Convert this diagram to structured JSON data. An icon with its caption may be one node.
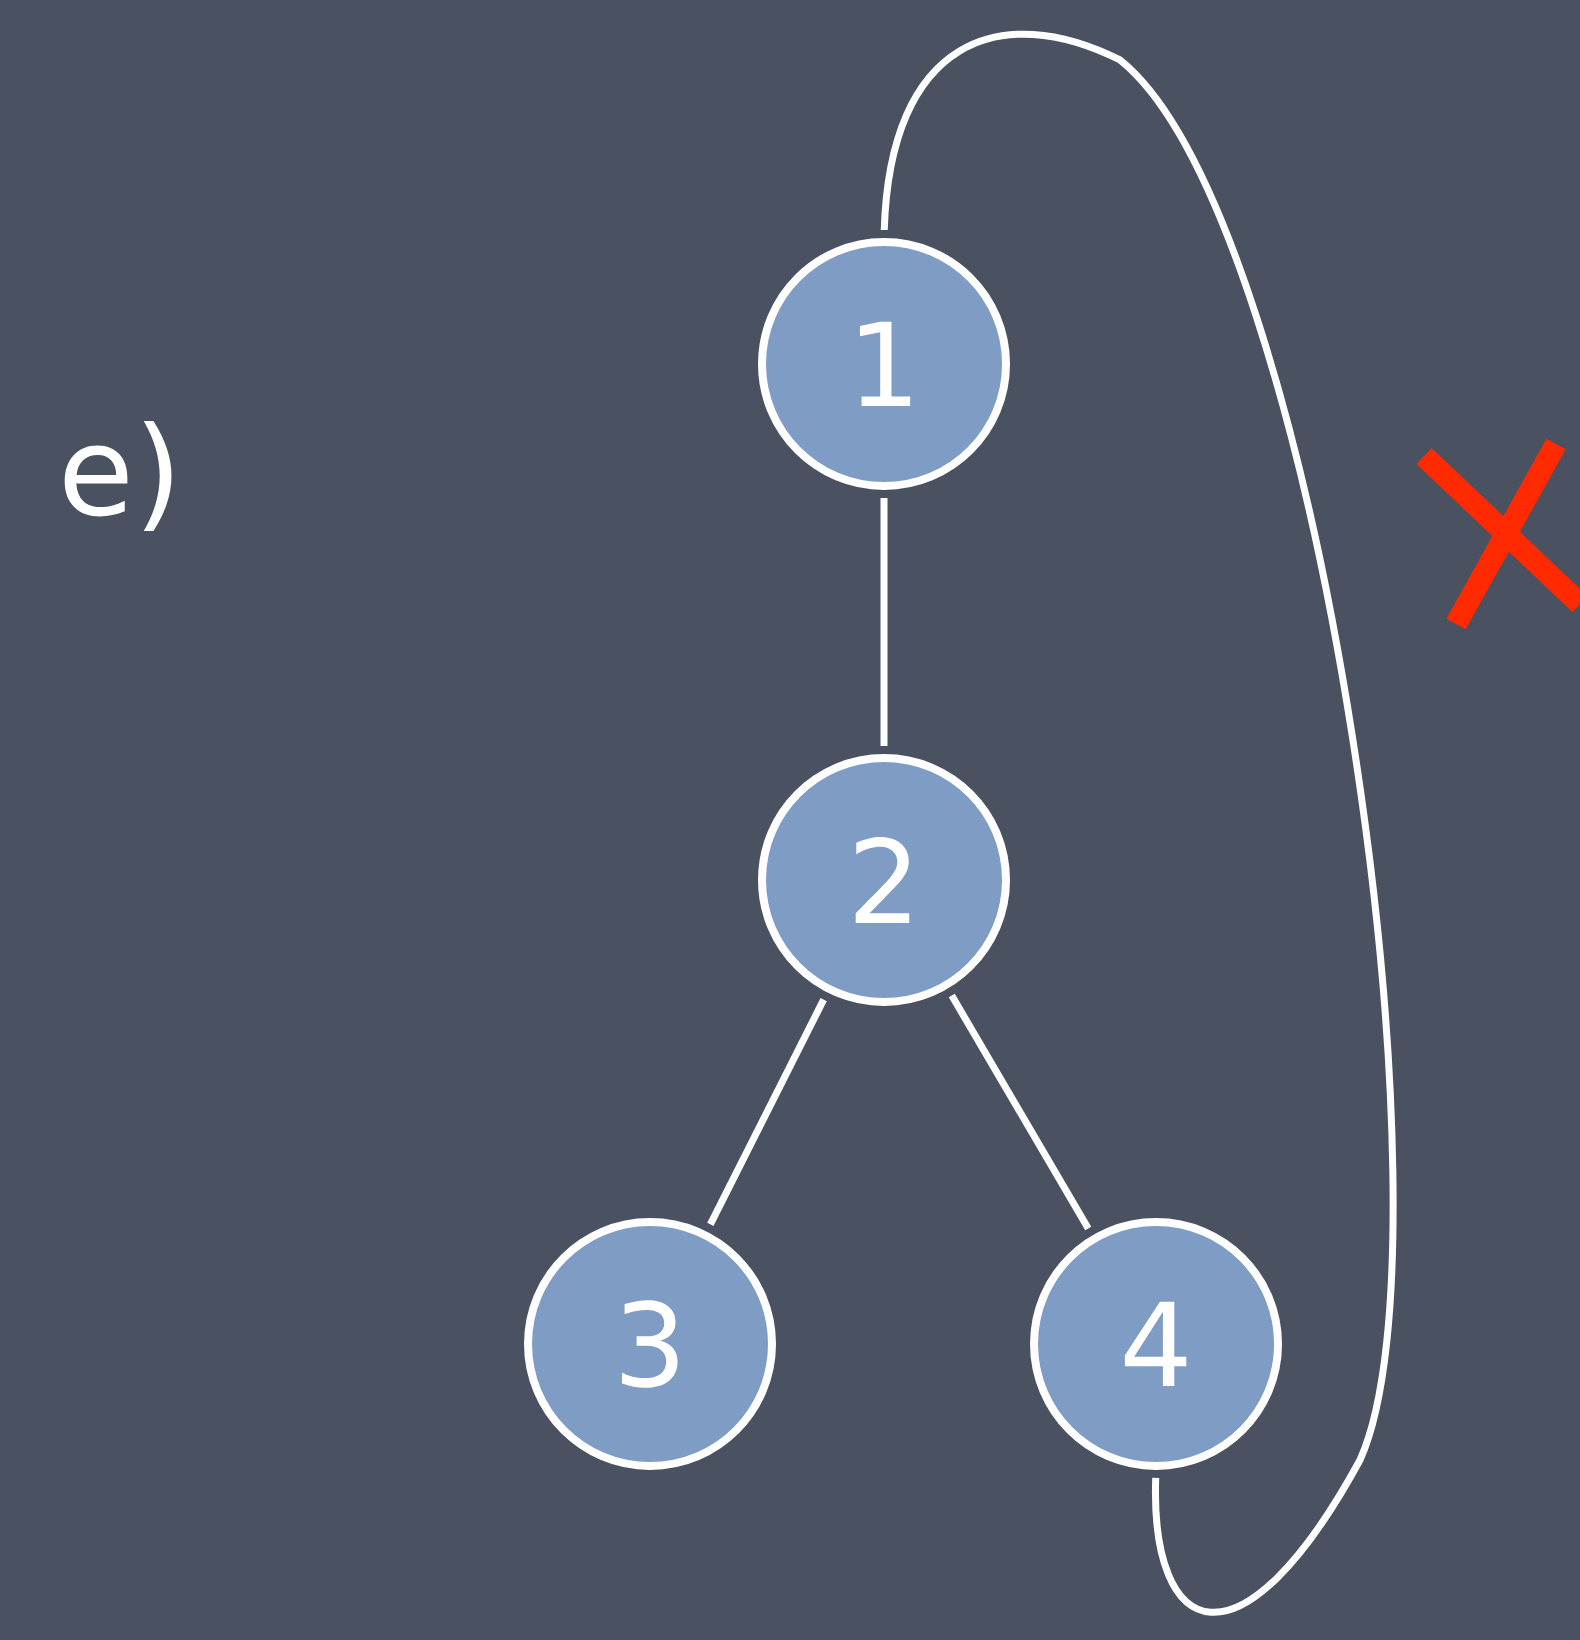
{
  "diagram": {
    "nodes": [
      {
        "text": [
          "1"
        ]
      },
      {
        "text": [
          "2"
        ]
      },
      {
        "text": [
          "3"
        ]
      },
      {
        "text": [
          "4"
        ]
      }
    ],
    "edges": [
      {
        "from": 0,
        "to": 1,
        "arrow": "none"
      },
      {
        "from": 1,
        "to": 2,
        "arrow": "none"
      },
      {
        "from": 1,
        "to": 3,
        "arrow": "none"
      },
      {
        "from": 0,
        "to": 3,
        "arrow": "none"
      }
    ],
    "labels": [
      "e)"
    ]
  }
}
